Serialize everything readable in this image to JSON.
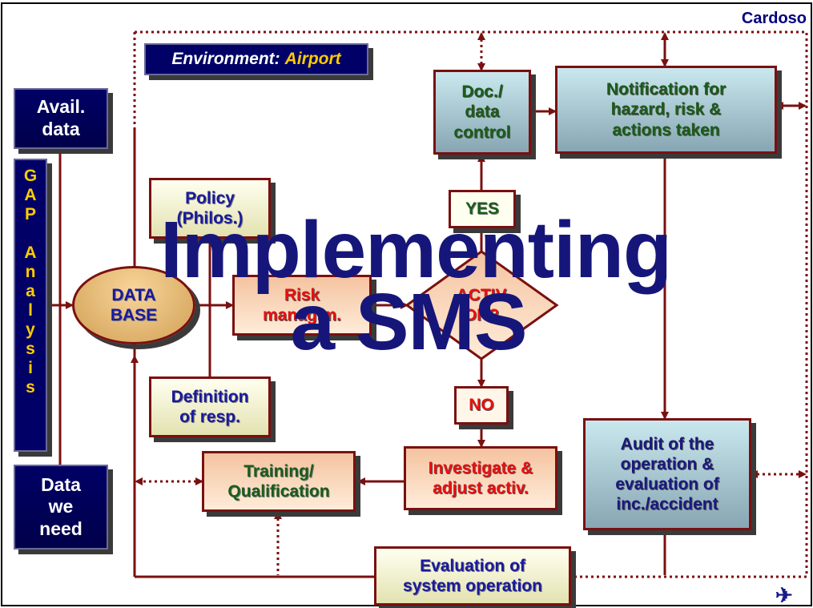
{
  "corner_label": "Cardoso",
  "environment": {
    "label": "Environment:",
    "value": "Airport"
  },
  "avail_data": "Avail.\ndata",
  "data_we_need": "Data\nwe\nneed",
  "gap_letters": [
    "G",
    "A",
    "P",
    " ",
    "A",
    "n",
    "a",
    "l",
    "y",
    "s",
    "i",
    "s"
  ],
  "database": "DATA\nBASE",
  "policy": "Policy\n(Philos.)",
  "definition": "Definition\nof resp.",
  "risk": "Risk\nmanag.m.",
  "decision": "ACTIV\nOK?",
  "yes": "YES",
  "no": "NO",
  "doc_control": "Doc./\ndata\ncontrol",
  "notification": "Notification for\nhazard, risk &\nactions taken",
  "audit": "Audit of the\noperation &\nevaluation of\ninc./accident",
  "investigate": "Investigate &\nadjust activ.",
  "training": "Training/\nQualification",
  "evaluation": "Evaluation of\nsystem operation",
  "overlay_title": {
    "line1": "Implementing",
    "line2": "a SMS"
  },
  "colors": {
    "frame": "#7a1010",
    "navy": "#000066",
    "gold": "#ffcc00",
    "overlay": "#16167a"
  },
  "icons": [
    "airplane-icon"
  ]
}
